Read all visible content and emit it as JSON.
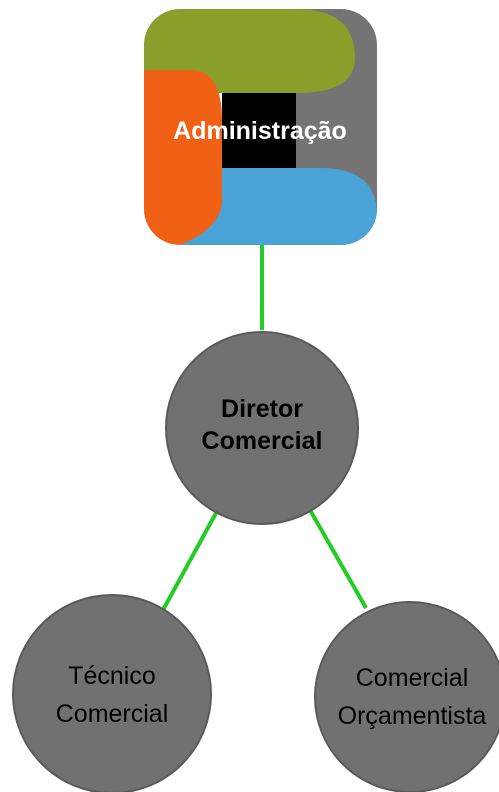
{
  "diagram": {
    "root": {
      "label": "Administração"
    },
    "director": {
      "line1": "Diretor",
      "line2": "Comercial"
    },
    "left_child": {
      "line1": "Técnico",
      "line2": "Comercial"
    },
    "right_child": {
      "line1": "Comercial",
      "line2": "Orçamentista"
    }
  },
  "colors": {
    "tile_green": "#8a9e2a",
    "tile_gray": "#757474",
    "tile_orange": "#f06116",
    "tile_blue": "#4aa3d6",
    "tile_center": "#000000",
    "node_fill": "#717171",
    "node_stroke": "#555555",
    "connector": "#22cc22"
  }
}
